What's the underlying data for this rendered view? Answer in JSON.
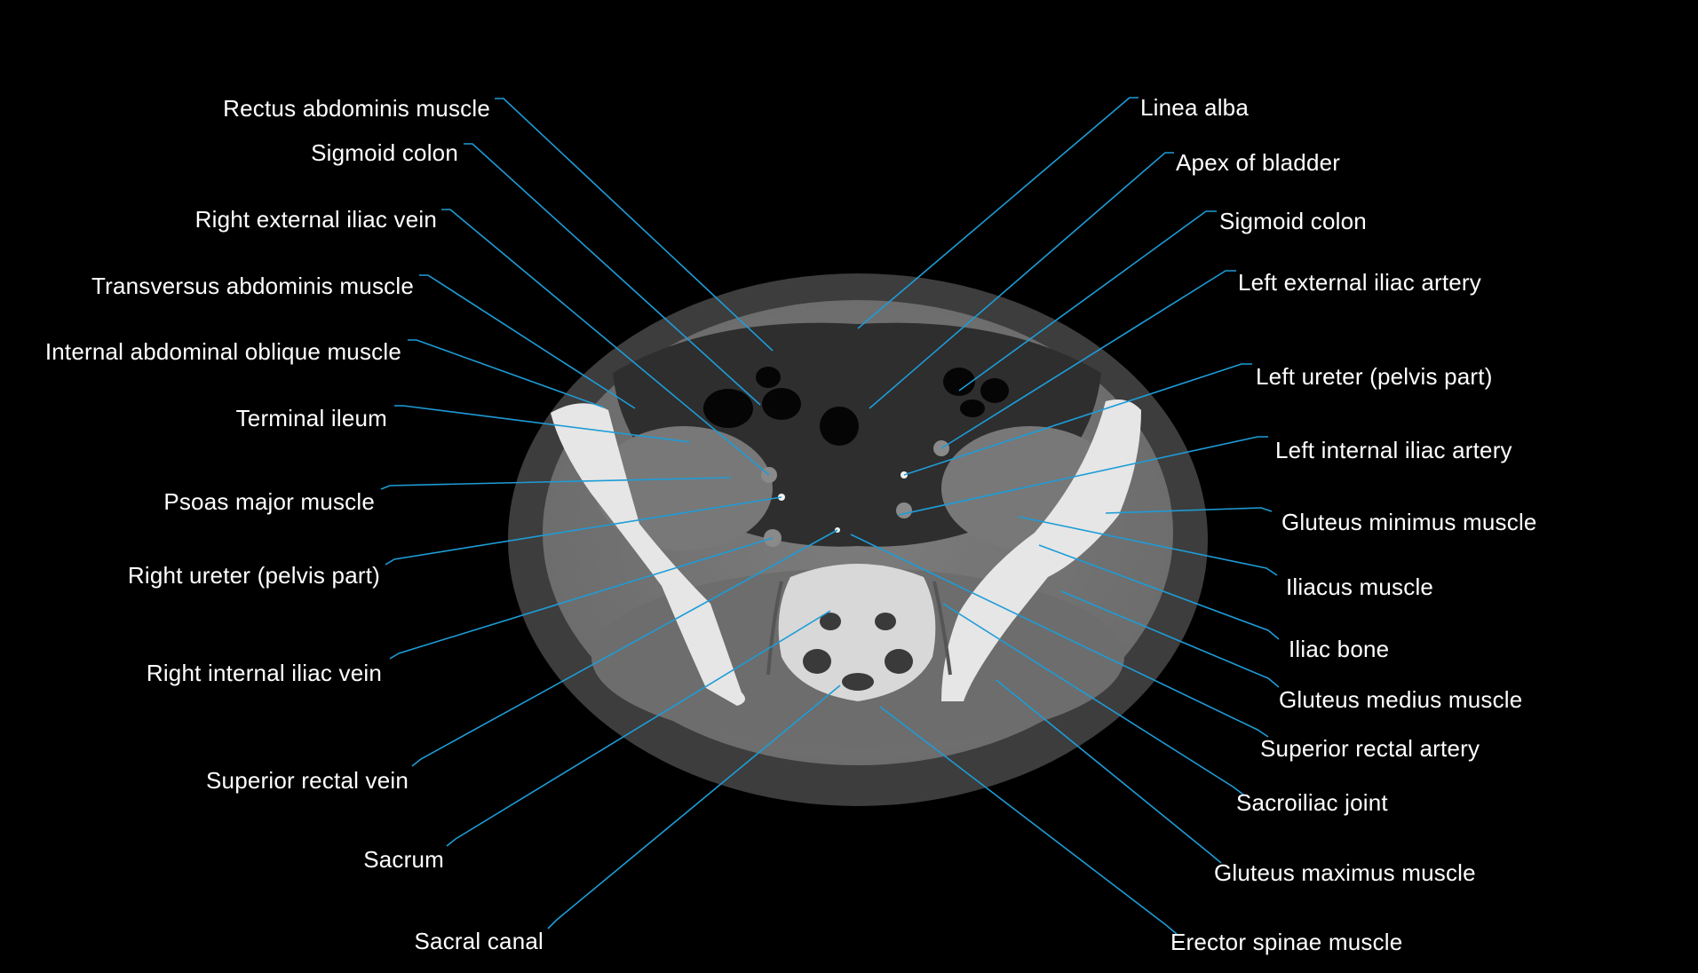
{
  "figure": {
    "line_color": "#1e9cd7",
    "text_color": "#ffffff",
    "background": "#000000"
  },
  "labels_left": [
    {
      "id": "rectus-abdominis-muscle",
      "text": "Rectus abdominis muscle"
    },
    {
      "id": "sigmoid-colon-left",
      "text": "Sigmoid colon"
    },
    {
      "id": "right-external-iliac-vein",
      "text": "Right external iliac vein"
    },
    {
      "id": "transversus-abdominis-muscle",
      "text": "Transversus abdominis muscle"
    },
    {
      "id": "internal-abdominal-oblique-muscle",
      "text": "Internal abdominal oblique muscle"
    },
    {
      "id": "terminal-ileum",
      "text": "Terminal ileum"
    },
    {
      "id": "psoas-major-muscle",
      "text": "Psoas major muscle"
    },
    {
      "id": "right-ureter",
      "text": "Right ureter (pelvis part)"
    },
    {
      "id": "right-internal-iliac-vein",
      "text": "Right internal iliac vein"
    },
    {
      "id": "superior-rectal-vein",
      "text": "Superior rectal vein"
    },
    {
      "id": "sacrum",
      "text": "Sacrum"
    },
    {
      "id": "sacral-canal",
      "text": "Sacral canal"
    }
  ],
  "labels_right": [
    {
      "id": "linea-alba",
      "text": "Linea alba"
    },
    {
      "id": "apex-of-bladder",
      "text": "Apex of bladder"
    },
    {
      "id": "sigmoid-colon-right",
      "text": "Sigmoid colon"
    },
    {
      "id": "left-external-iliac-artery",
      "text": "Left external iliac artery"
    },
    {
      "id": "left-ureter",
      "text": "Left ureter (pelvis part)"
    },
    {
      "id": "left-internal-iliac-artery",
      "text": "Left internal iliac artery"
    },
    {
      "id": "gluteus-minimus-muscle",
      "text": "Gluteus minimus muscle"
    },
    {
      "id": "iliacus-muscle",
      "text": "Iliacus muscle"
    },
    {
      "id": "iliac-bone",
      "text": "Iliac bone"
    },
    {
      "id": "gluteus-medius-muscle",
      "text": "Gluteus medius muscle"
    },
    {
      "id": "superior-rectal-artery",
      "text": "Superior rectal artery"
    },
    {
      "id": "sacroiliac-joint",
      "text": "Sacroiliac joint"
    },
    {
      "id": "gluteus-maximus-muscle",
      "text": "Gluteus maximus muscle"
    },
    {
      "id": "erector-spinae-muscle",
      "text": "Erector spinae muscle"
    }
  ]
}
